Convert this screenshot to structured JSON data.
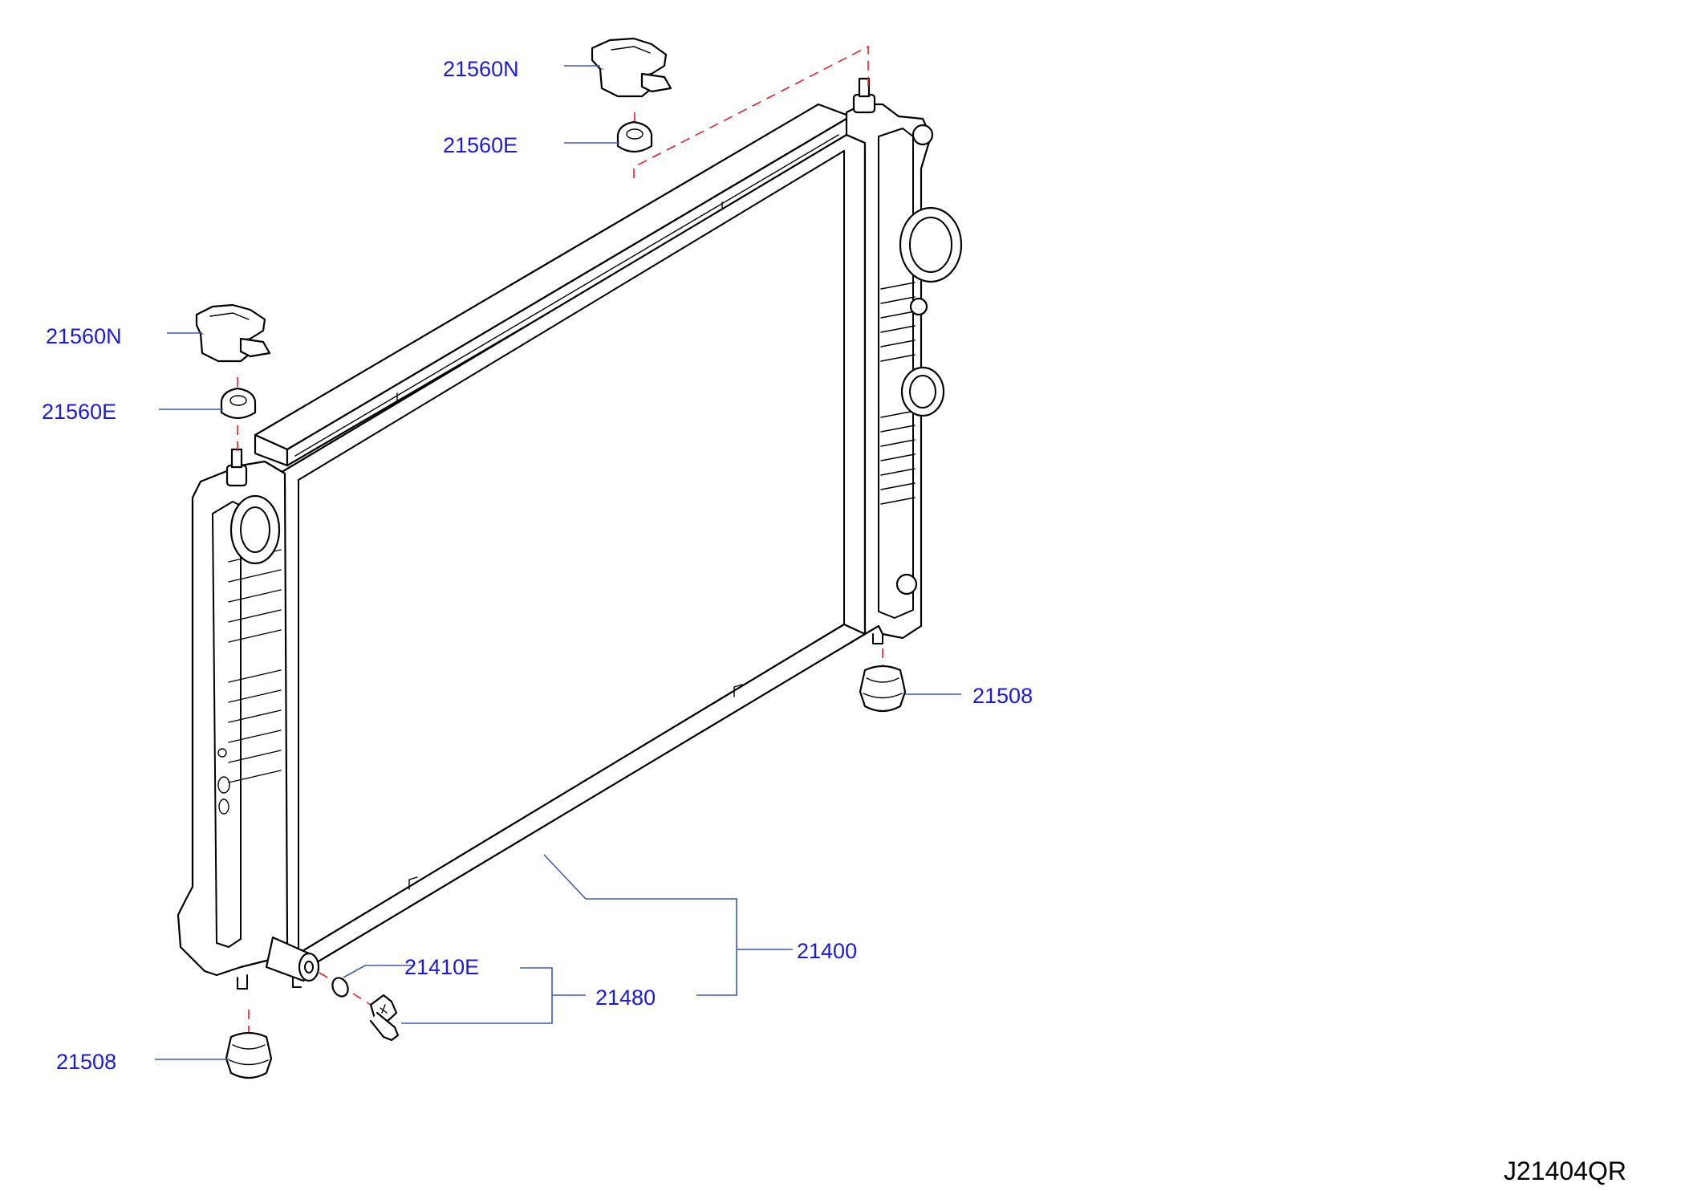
{
  "diagram": {
    "code": "J21404QR",
    "callouts": {
      "cap_top": "21560N",
      "seal_top": "21560E",
      "cap_left": "21560N",
      "seal_left": "21560E",
      "mount_right": "21508",
      "mount_left": "21508",
      "radiator": "21400",
      "oring": "21410E",
      "drain_plug": "21480"
    }
  },
  "colors": {
    "label_text": "#1a1adc",
    "leader_line": "#3c5ab4",
    "center_line": "#e0202a",
    "drawing": "#000000"
  }
}
